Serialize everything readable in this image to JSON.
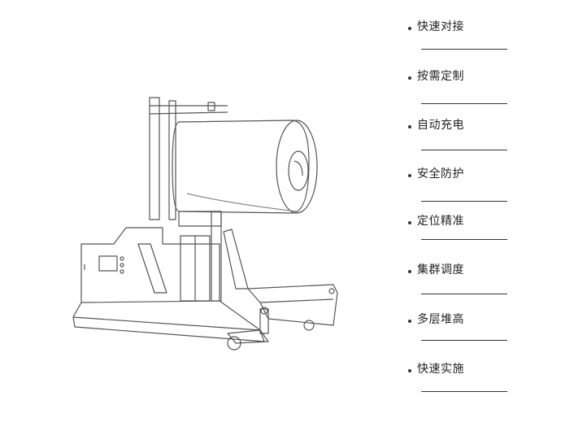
{
  "features": [
    {
      "label": "快速对接"
    },
    {
      "label": "按需定制"
    },
    {
      "label": "自动充电"
    },
    {
      "label": "安全防护"
    },
    {
      "label": "定位精准"
    },
    {
      "label": "集群调度"
    },
    {
      "label": "多层堆高"
    },
    {
      "label": "快速实施"
    }
  ],
  "colors": {
    "line": "#333333",
    "text": "#222222",
    "sketch": "#555555"
  }
}
